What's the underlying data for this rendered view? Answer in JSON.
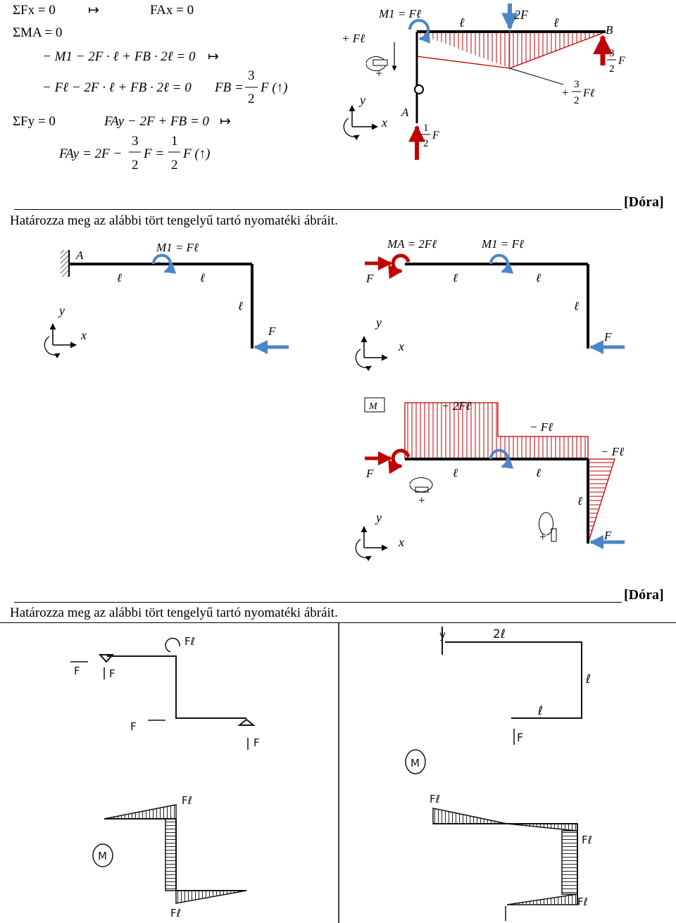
{
  "equations": {
    "sum_fx": "ΣFx = 0",
    "sum_fx_result": "FAx = 0",
    "sum_ma": "ΣMA = 0",
    "eq_m1": "− M1 − 2F · ℓ + FB · 2ℓ = 0",
    "eq_fl": "− Fℓ − 2F · ℓ + FB · 2ℓ = 0",
    "fb_result_lhs": "FB =",
    "fb_num": "3",
    "fb_den": "2",
    "fb_tail": "F (↑)",
    "sum_fy": "ΣFy = 0",
    "eq_fy": "FAy − 2F + FB = 0",
    "fay_lhs": "FAy = 2F −",
    "fay_num1": "3",
    "fay_den1": "2",
    "fay_mid": "F =",
    "fay_num2": "1",
    "fay_den2": "2",
    "fay_tail": "F (↑)",
    "arrow_symbol": "↦"
  },
  "top_diagram": {
    "m1_label": "M1 = Fℓ",
    "plus_fl": "+ Fℓ",
    "ell1": "ℓ",
    "ell2": "ℓ",
    "load_2f": "2F",
    "label_b": "B",
    "reaction_b": "3/2 F",
    "reaction_b_num": "3",
    "reaction_b_den": "2",
    "reaction_b_f": "F",
    "moment_b_label": "+ 3/2 Fℓ",
    "moment_b_plus": "+",
    "moment_b_num": "3",
    "moment_b_den": "2",
    "moment_b_fl": "Fℓ",
    "label_a": "A",
    "reaction_a_num": "1",
    "reaction_a_den": "2",
    "reaction_a_f": "F",
    "axis_y": "y",
    "axis_x": "x",
    "sign_plus": "+"
  },
  "problem1": {
    "title": "Határozza meg az alábbi tört tengelyű tartó nyomatéki ábráit.",
    "author": "[Dóra]",
    "left": {
      "label_a": "A",
      "m1": "M1 = Fℓ",
      "ell1": "ℓ",
      "ell2": "ℓ",
      "ell3": "ℓ",
      "load_f": "F",
      "axis_y": "y",
      "axis_x": "x",
      "plus": "+"
    },
    "right": {
      "ma": "MA = 2Fℓ",
      "m1": "M1 = Fℓ",
      "load_f_left": "F",
      "ell1": "ℓ",
      "ell2": "ℓ",
      "ell3": "ℓ",
      "load_f": "F",
      "axis_y": "y",
      "axis_x": "x",
      "plus": "+"
    },
    "moment": {
      "box_label": "M",
      "val_2fl": "− 2Fℓ",
      "val_fl_mid": "− Fℓ",
      "val_fl_right": "− Fℓ",
      "load_f_left": "F",
      "ell1": "ℓ",
      "ell2": "ℓ",
      "ell3": "ℓ",
      "load_f": "F",
      "axis_y": "y",
      "axis_x": "x",
      "plus": "+"
    }
  },
  "problem2": {
    "title": "Határozza meg az alábbi tört tengelyű tartó nyomatéki ábráit.",
    "author": "[Dóra]",
    "left": {
      "moment_top": "Fℓ",
      "force_f1": "F",
      "force_f2": "F",
      "force_f3": "F",
      "force_f4": "F",
      "moment_label_top": "Fℓ",
      "moment_label_bottom": "Fℓ",
      "m_symbol": "M"
    },
    "right": {
      "label_y": "y",
      "len_2l": "2ℓ",
      "len_l1": "ℓ",
      "len_l2": "ℓ",
      "force_f": "F",
      "m_symbol": "M",
      "moment_label_left": "Fℓ",
      "moment_label_right": "Fℓ",
      "moment_label_bottom": "Fℓ"
    }
  },
  "colors": {
    "red": "#c00000",
    "blue": "#4a86c8",
    "dark_red": "#b01010"
  }
}
